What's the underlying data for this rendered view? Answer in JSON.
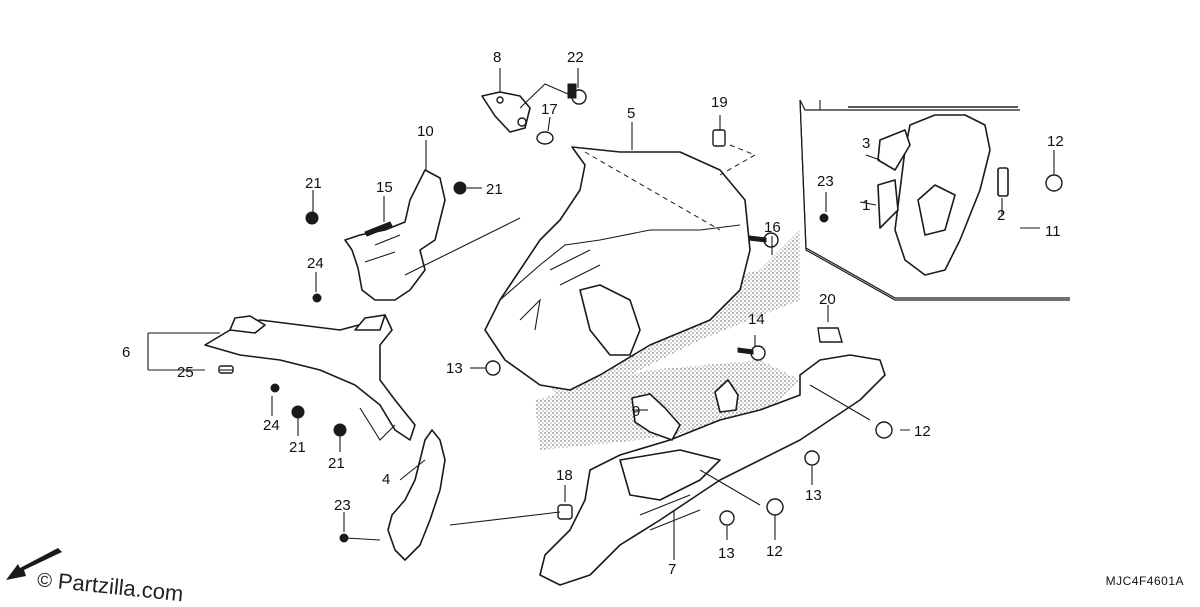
{
  "callouts": {
    "c1": "1",
    "c2": "2",
    "c3": "3",
    "c4": "4",
    "c5": "5",
    "c6": "6",
    "c7": "7",
    "c8": "8",
    "c9": "9",
    "c10": "10",
    "c11": "11",
    "c12a": "12",
    "c12b": "12",
    "c12c": "12",
    "c13a": "13",
    "c13b": "13",
    "c13c": "13",
    "c14": "14",
    "c15": "15",
    "c16": "16",
    "c17": "17",
    "c18": "18",
    "c19": "19",
    "c20": "20",
    "c21a": "21",
    "c21b": "21",
    "c21c": "21",
    "c21d": "21",
    "c22": "22",
    "c23a": "23",
    "c23b": "23",
    "c24a": "24",
    "c24b": "24",
    "c25": "25"
  },
  "reference_code": "MJC4F4601A",
  "watermark": {
    "symbol": "©",
    "text": "Partzilla.com"
  },
  "icons": {
    "front_arrow": "arrow-left-down-icon"
  }
}
